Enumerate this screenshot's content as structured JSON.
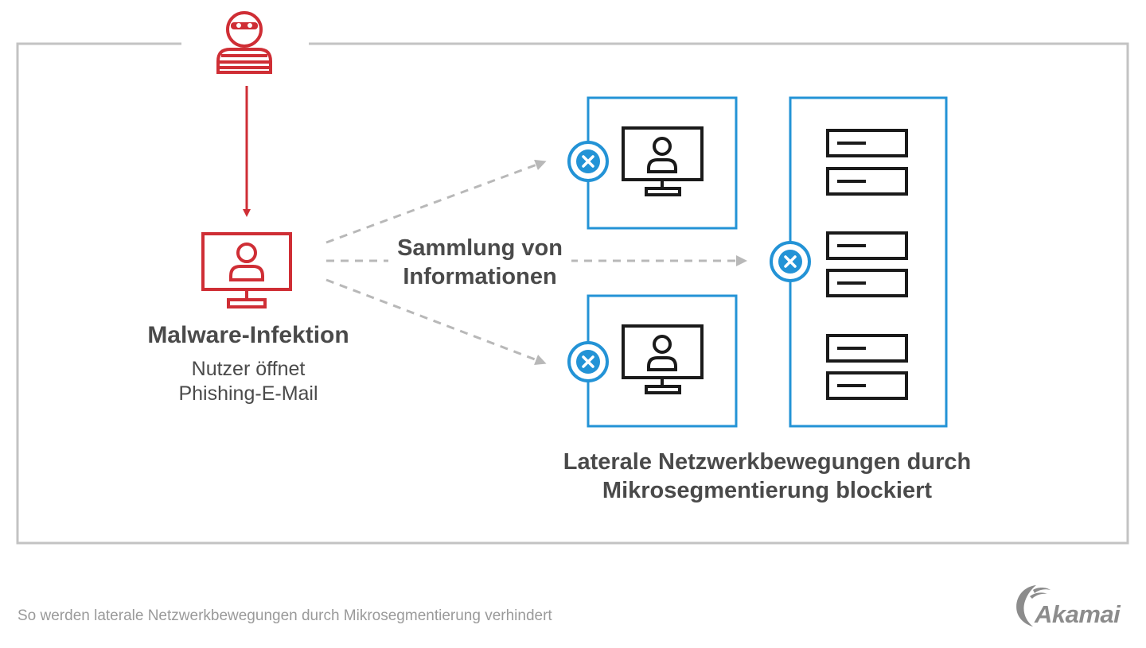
{
  "colors": {
    "attacker": "#cf2e35",
    "segment": "#2393d6",
    "frame": "#c3c3c3",
    "arrow": "#b8b8b8",
    "device": "#1a1a1a",
    "logo": "#8c8c8c"
  },
  "icons": {
    "attacker": "masked-hacker-icon",
    "infected": "computer-user-icon",
    "workstation": "computer-user-icon",
    "server": "server-rack-icon",
    "blocked": "blocked-x-icon"
  },
  "infection": {
    "title": "Malware-Infektion",
    "subtitle_line1": "Nutzer öffnet",
    "subtitle_line2": "Phishing-E-Mail"
  },
  "collection": {
    "line1": "Sammlung von",
    "line2": "Informationen"
  },
  "lateral": {
    "line1": "Laterale Netzwerkbewegungen durch",
    "line2": "Mikrosegmentierung blockiert"
  },
  "caption": "So werden laterale Netzwerkbewegungen durch Mikrosegmentierung verhindert",
  "logo": {
    "text": "Akamai"
  }
}
